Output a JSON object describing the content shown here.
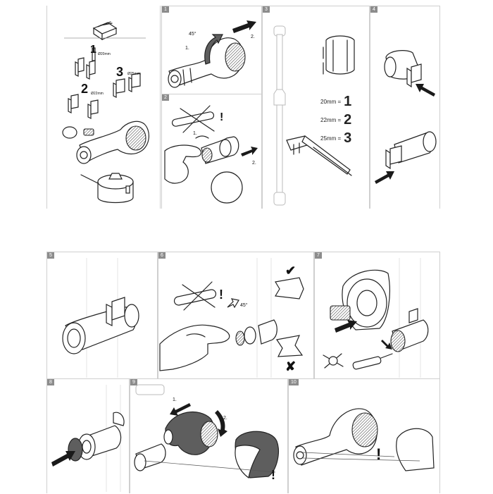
{
  "panels": {
    "p1": {
      "number": "1",
      "angle": "45°",
      "step1": "1.",
      "step2": "2."
    },
    "p2": {
      "number": "2",
      "step1": "1.",
      "step2": "2.",
      "warning": "!"
    },
    "p3": {
      "number": "3",
      "sizes": [
        {
          "label": "20mm",
          "glyph": "1"
        },
        {
          "label": "22mm",
          "glyph": "2"
        },
        {
          "label": "25mm",
          "glyph": "3"
        }
      ]
    },
    "p4": {
      "number": "4"
    },
    "p5": {
      "number": "5"
    },
    "p6": {
      "number": "6",
      "angle": "45°",
      "warning": "!",
      "ok": "✔",
      "bad": "✘"
    },
    "p7": {
      "number": "7"
    },
    "p8": {
      "number": "8"
    },
    "p9": {
      "number": "9",
      "step1": "1.",
      "step2": "2.",
      "warning": "!"
    },
    "p10": {
      "number": "10",
      "warning": "!"
    }
  },
  "parts": {
    "clip_small": {
      "glyph": "1",
      "label": "Ø20mm"
    },
    "clip_mid": {
      "glyph": "2",
      "label": "Ø22mm"
    },
    "clip_large": {
      "glyph": "3",
      "label": "Ø25mm"
    }
  }
}
